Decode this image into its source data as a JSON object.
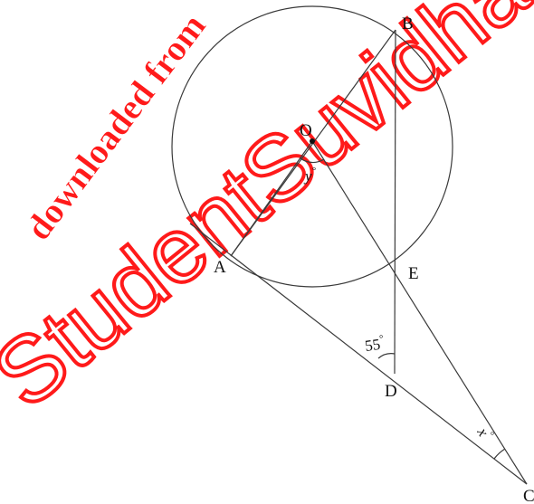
{
  "points": {
    "O": "O",
    "A": "A",
    "B": "B",
    "C": "C",
    "D": "D",
    "E": "E"
  },
  "angles": {
    "y": "y",
    "x": "x",
    "deg55": "55"
  },
  "degree_symbol": "°",
  "watermark": {
    "line1": "downloaded from",
    "line2": "StudentSuvidha",
    "color": "#ff1a1a"
  }
}
